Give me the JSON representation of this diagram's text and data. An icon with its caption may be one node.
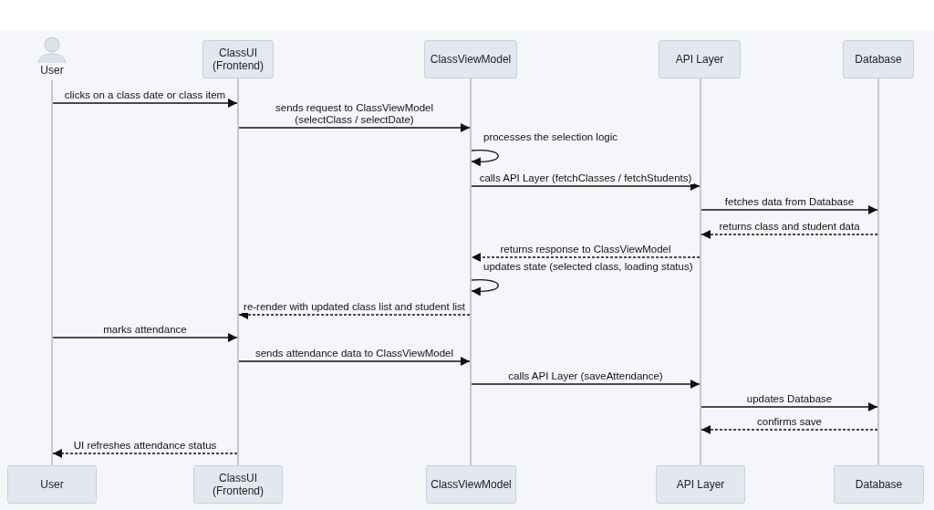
{
  "diagram": {
    "nodes": [
      {
        "text": [
          "User"
        ]
      },
      {
        "text": [
          "ClassUI (Frontend)"
        ]
      },
      {
        "text": [
          "ClassViewModel"
        ]
      },
      {
        "text": [
          "API Layer"
        ]
      },
      {
        "text": [
          "Database"
        ]
      },
      {
        "text": [],
        "shape": "line"
      },
      {
        "text": [],
        "shape": "line"
      },
      {
        "text": [],
        "shape": "line"
      },
      {
        "text": [],
        "shape": "line"
      },
      {
        "text": [],
        "shape": "line"
      },
      {
        "text": [
          "User"
        ]
      },
      {
        "text": [
          "ClassUI (Frontend)"
        ]
      },
      {
        "text": [
          "ClassViewModel"
        ]
      },
      {
        "text": [
          "API Layer"
        ]
      },
      {
        "text": [
          "Database"
        ]
      }
    ],
    "edges": [
      {
        "from": 5,
        "to": 6,
        "arrow": "to",
        "label": "clicks on a class date or class item"
      },
      {
        "from": 6,
        "to": 7,
        "arrow": "to",
        "label": "sends request to ClassViewModel (selectClass / selectDate)"
      },
      {
        "from": 7,
        "to": 7,
        "arrow": "to",
        "label": "processes the selection logic"
      },
      {
        "from": 7,
        "to": 8,
        "arrow": "to",
        "label": "calls API Layer (fetchClasses / fetchStudents)"
      },
      {
        "from": 8,
        "to": 9,
        "arrow": "to",
        "label": "fetches data from Database"
      },
      {
        "from": 9,
        "to": 8,
        "arrow": "to",
        "label": "returns class and student data",
        "style": "dashed"
      },
      {
        "from": 8,
        "to": 7,
        "arrow": "to",
        "label": "returns response to ClassViewModel",
        "style": "dashed"
      },
      {
        "from": 7,
        "to": 7,
        "arrow": "to",
        "label": "updates state (selected class, loading status)"
      },
      {
        "from": 7,
        "to": 6,
        "arrow": "to",
        "label": "re-render with updated class list and student list",
        "style": "dashed"
      },
      {
        "from": 5,
        "to": 6,
        "arrow": "to",
        "label": "marks attendance"
      },
      {
        "from": 6,
        "to": 7,
        "arrow": "to",
        "label": "sends attendance data to ClassViewModel"
      },
      {
        "from": 7,
        "to": 8,
        "arrow": "to",
        "label": "calls API Layer (saveAttendance)"
      },
      {
        "from": 8,
        "to": 9,
        "arrow": "to",
        "label": "updates Database"
      },
      {
        "from": 9,
        "to": 8,
        "arrow": "to",
        "label": "confirms save",
        "style": "dashed"
      },
      {
        "from": 6,
        "to": 5,
        "arrow": "to",
        "label": "UI refreshes attendance status",
        "style": "dashed"
      }
    ]
  }
}
